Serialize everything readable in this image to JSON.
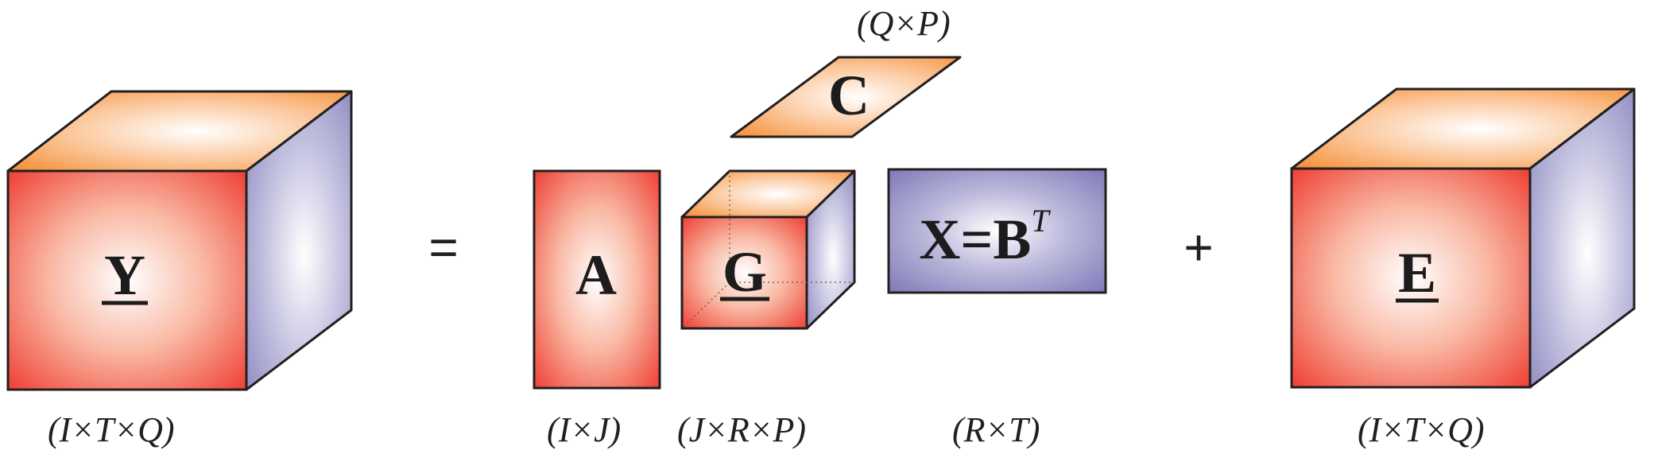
{
  "equation": {
    "equals": "=",
    "plus": "+"
  },
  "blocks": {
    "Y": {
      "label": "Y",
      "dims": "(I×T×Q)"
    },
    "A": {
      "label": "A",
      "dims": "(I×J)"
    },
    "G": {
      "label": "G",
      "dims": "(J×R×P)"
    },
    "C": {
      "label": "C",
      "dims": "(Q×P)"
    },
    "X": {
      "label": "X=B",
      "superscript": "T",
      "dims": "(R×T)"
    },
    "E": {
      "label": "E",
      "dims": "(I×T×Q)"
    }
  },
  "colors": {
    "front_face": "#ee3a2f",
    "top_face": "#f58a2e",
    "side_face": "#8c88c0",
    "x_matrix": "#7e7ab8",
    "outline": "#231f20"
  }
}
